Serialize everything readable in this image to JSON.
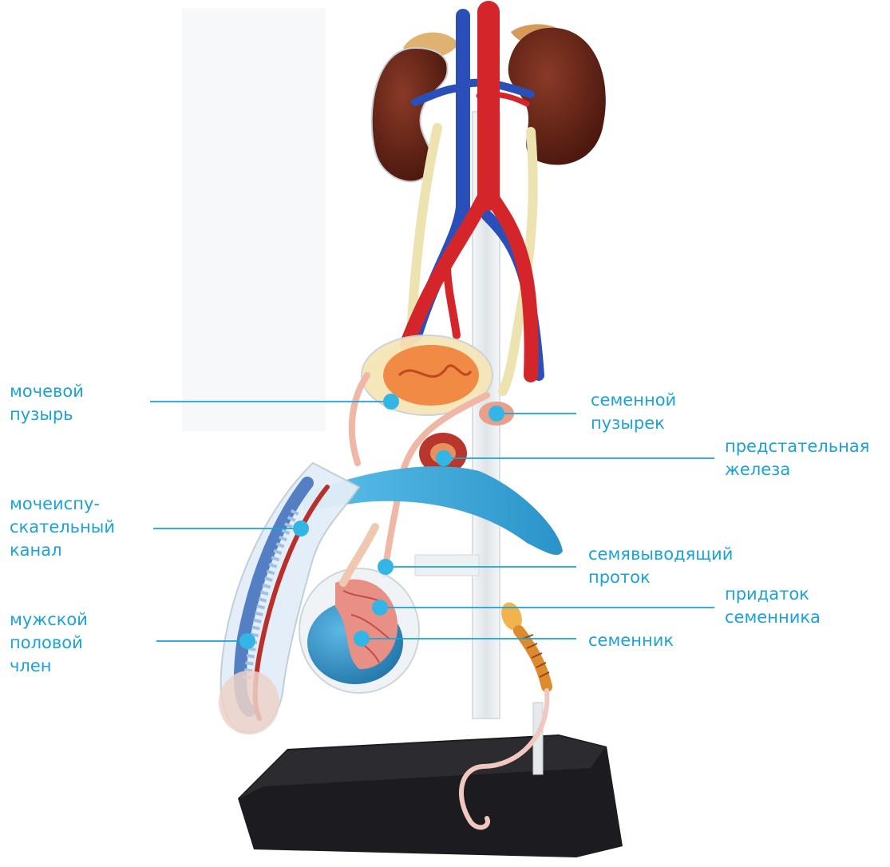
{
  "colors": {
    "label": "#1aa3d6",
    "leader": "#1aa3d6",
    "dot": "#33b5e5",
    "base": "#1e1e22",
    "artery": "#d4262a",
    "vein": "#2a4fb8",
    "kidney": "#5a2216",
    "ureter": "#ece3b0",
    "rectum": "#3aa7d6",
    "testis": "#2e8fc4",
    "stand": "#e8ecef"
  },
  "labels": {
    "bladder": "мочевой\nпузырь",
    "urethra": "мочеиспу-\nскательный\nканал",
    "penis": "мужской\nполовой\nчлен",
    "seminal_vesicle": "семенной\nпузырек",
    "prostate": "предстательная\nжелеза",
    "vas_deferens": "семявыводящий\nпроток",
    "epididymis": "придаток\nсеменника",
    "testis": "семенник"
  }
}
